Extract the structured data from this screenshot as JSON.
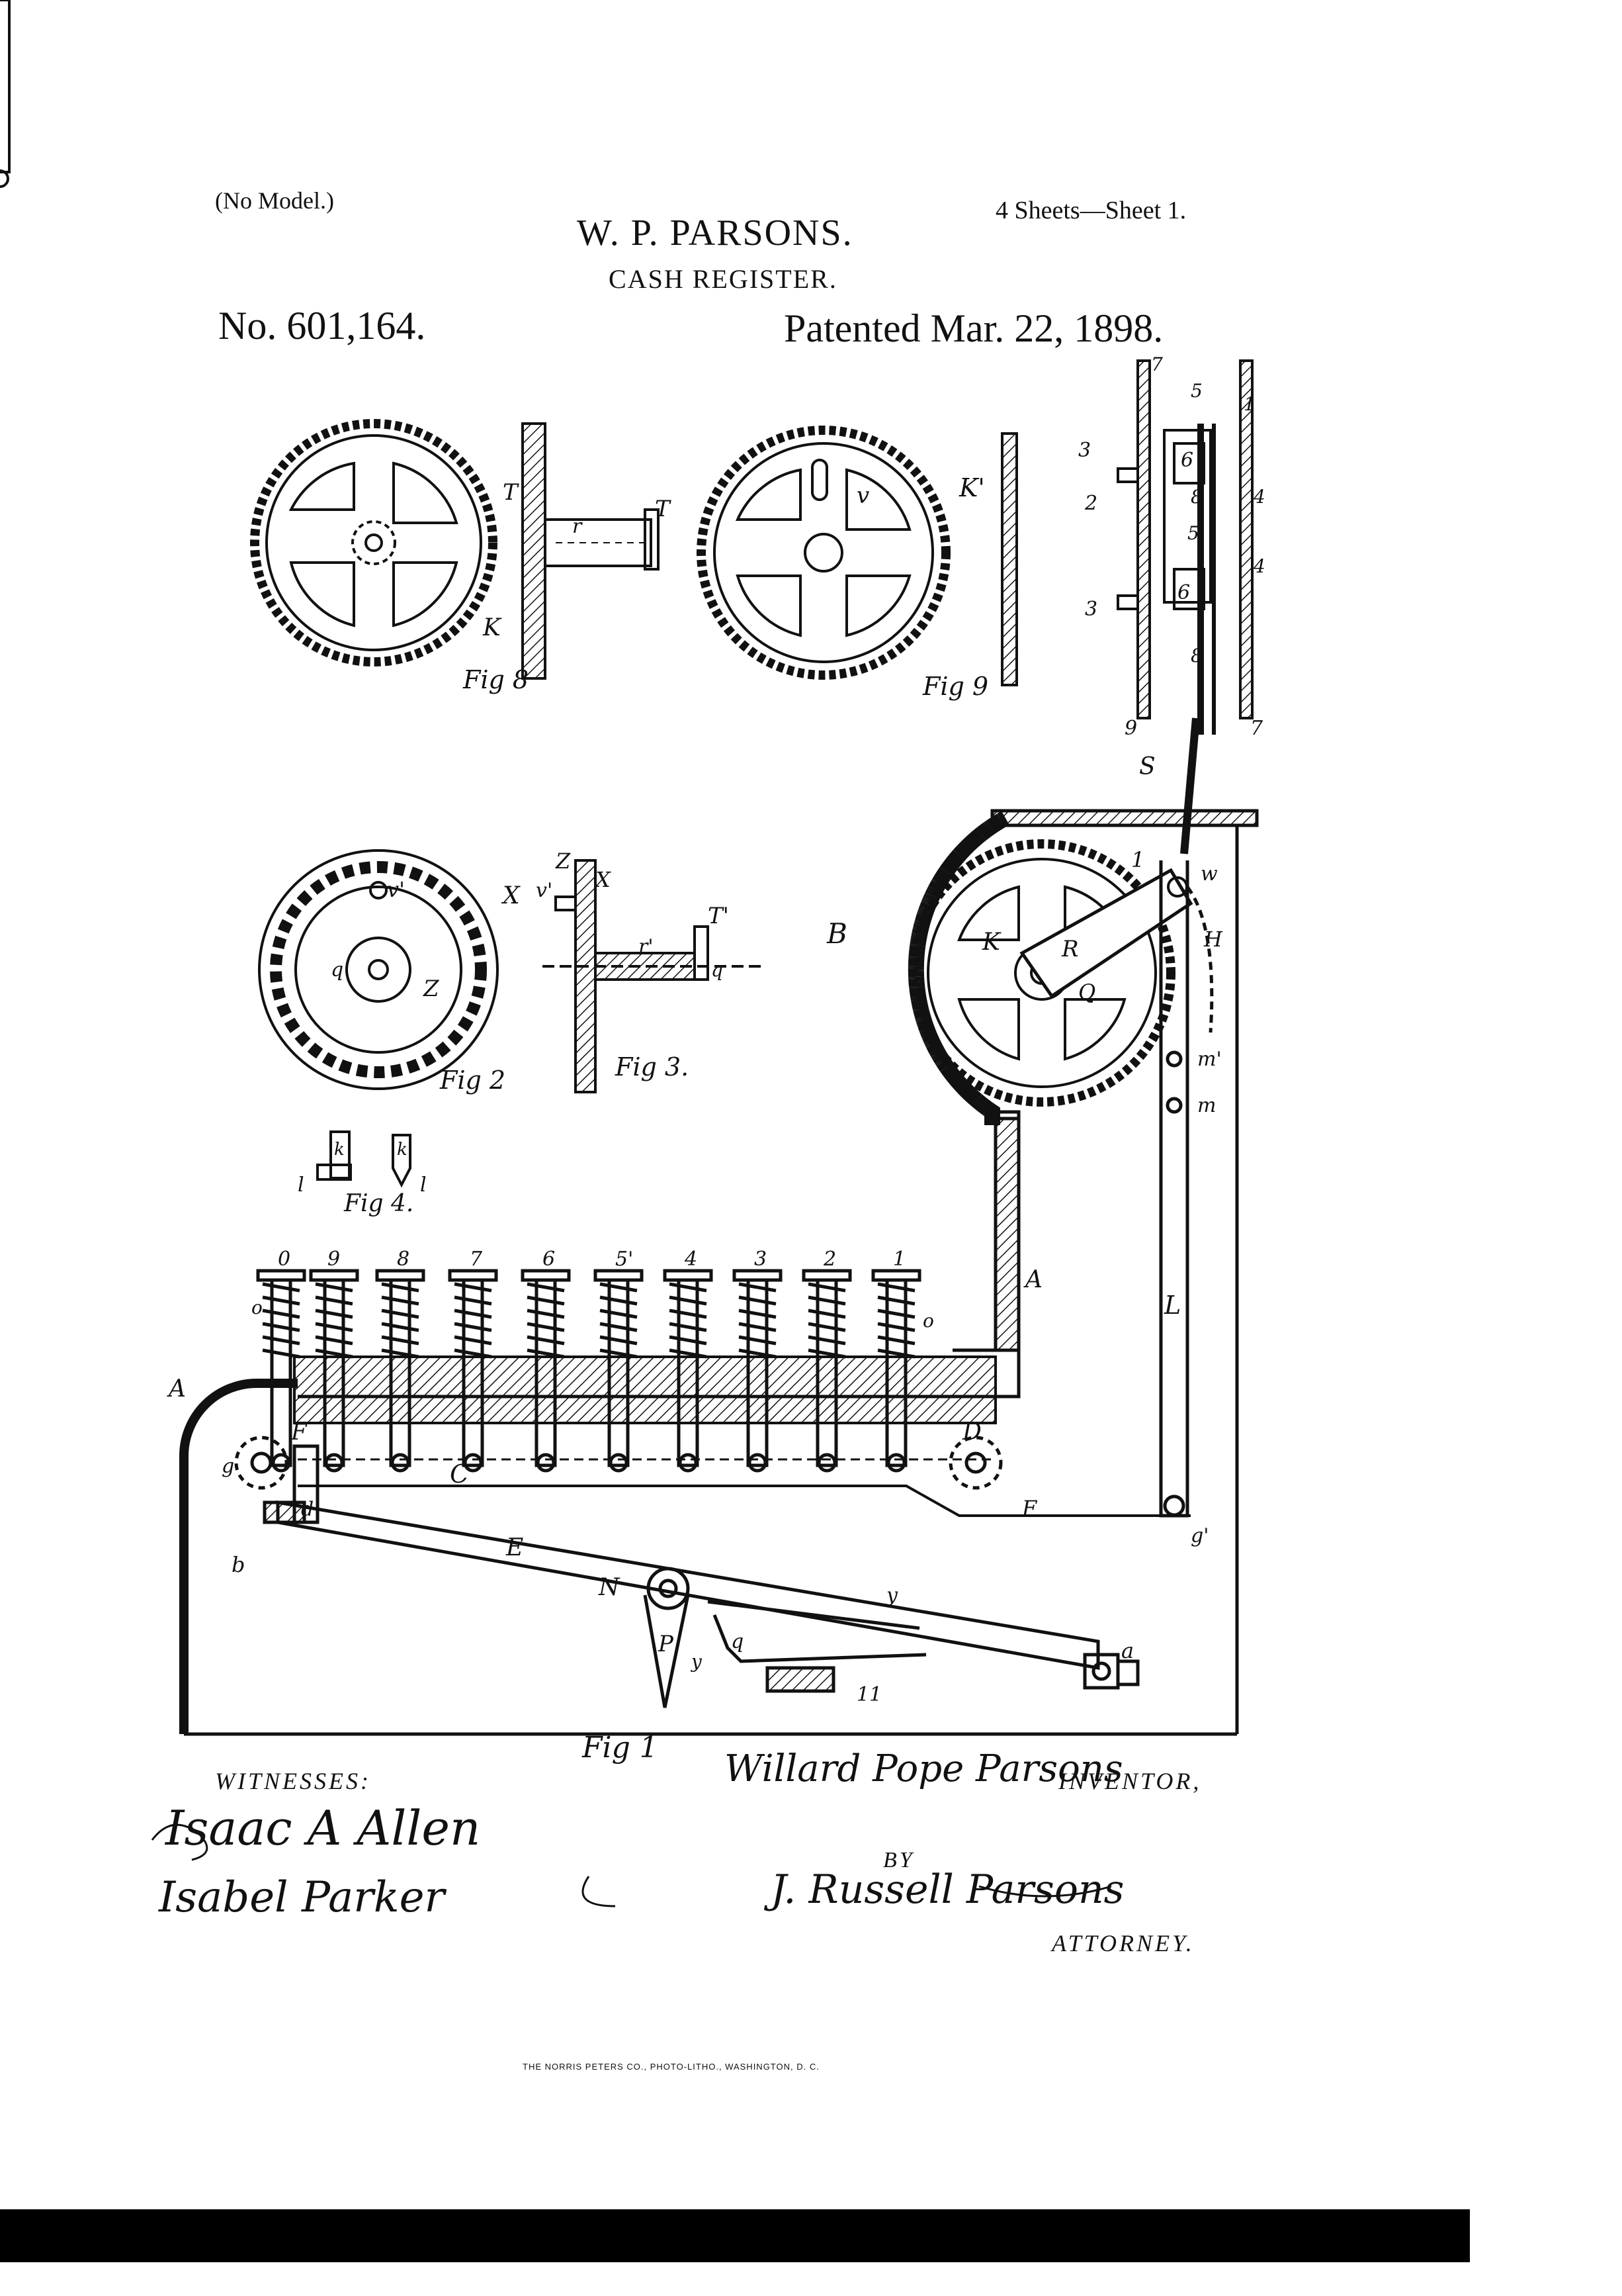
{
  "header": {
    "no_model": "(No Model.)",
    "inventor_name": "W. P. PARSONS.",
    "title": "CASH REGISTER.",
    "sheets": "4 Sheets—Sheet 1.",
    "patent_number": "No. 601,164.",
    "patented_date": "Patented Mar. 22, 1898."
  },
  "figures": {
    "fig1": "Fig 1",
    "fig2": "Fig 2",
    "fig3": "Fig 3.",
    "fig4": "Fig 4.",
    "fig8": "Fig 8",
    "fig9": "Fig 9"
  },
  "key_labels": [
    "0",
    "9",
    "8",
    "7",
    "6",
    "5'",
    "4",
    "3",
    "2",
    "1"
  ],
  "part_labels": {
    "A": "A",
    "B": "B",
    "C": "C",
    "D": "D",
    "E": "E",
    "F": "F",
    "H": "H",
    "K": "K",
    "K_prime": "K'",
    "L": "L",
    "N": "N",
    "P": "P",
    "Q": "Q",
    "R": "R",
    "S": "S",
    "T": "T",
    "T_prime": "T'",
    "X": "X",
    "Z": "Z",
    "a": "a",
    "b": "b",
    "d": "d",
    "g": "g",
    "g_prime": "g'",
    "k": "k",
    "l": "l",
    "m": "m",
    "m_prime": "m'",
    "o": "o",
    "q": "q",
    "r": "r",
    "r_prime": "r'",
    "v": "v",
    "v_prime": "v'",
    "w": "w",
    "y": "y",
    "z": "z",
    "eleven": "11",
    "n1": "1",
    "n2": "2",
    "n3": "3",
    "n4": "4",
    "n5": "5",
    "n6": "6",
    "n7": "7",
    "n8": "8",
    "n9": "9"
  },
  "footer": {
    "witnesses_label": "WITNESSES:",
    "witness_1": "Isaac A Allen",
    "witness_2": "Isabel Parker",
    "inventor_signature": "Willard Pope Parsons",
    "inventor_label": "INVENTOR,",
    "by_label": "BY",
    "attorney_signature": "J. Russell Parsons",
    "attorney_label": "ATTORNEY.",
    "printer": "THE NORRIS PETERS CO., PHOTO-LITHO., WASHINGTON, D. C."
  }
}
